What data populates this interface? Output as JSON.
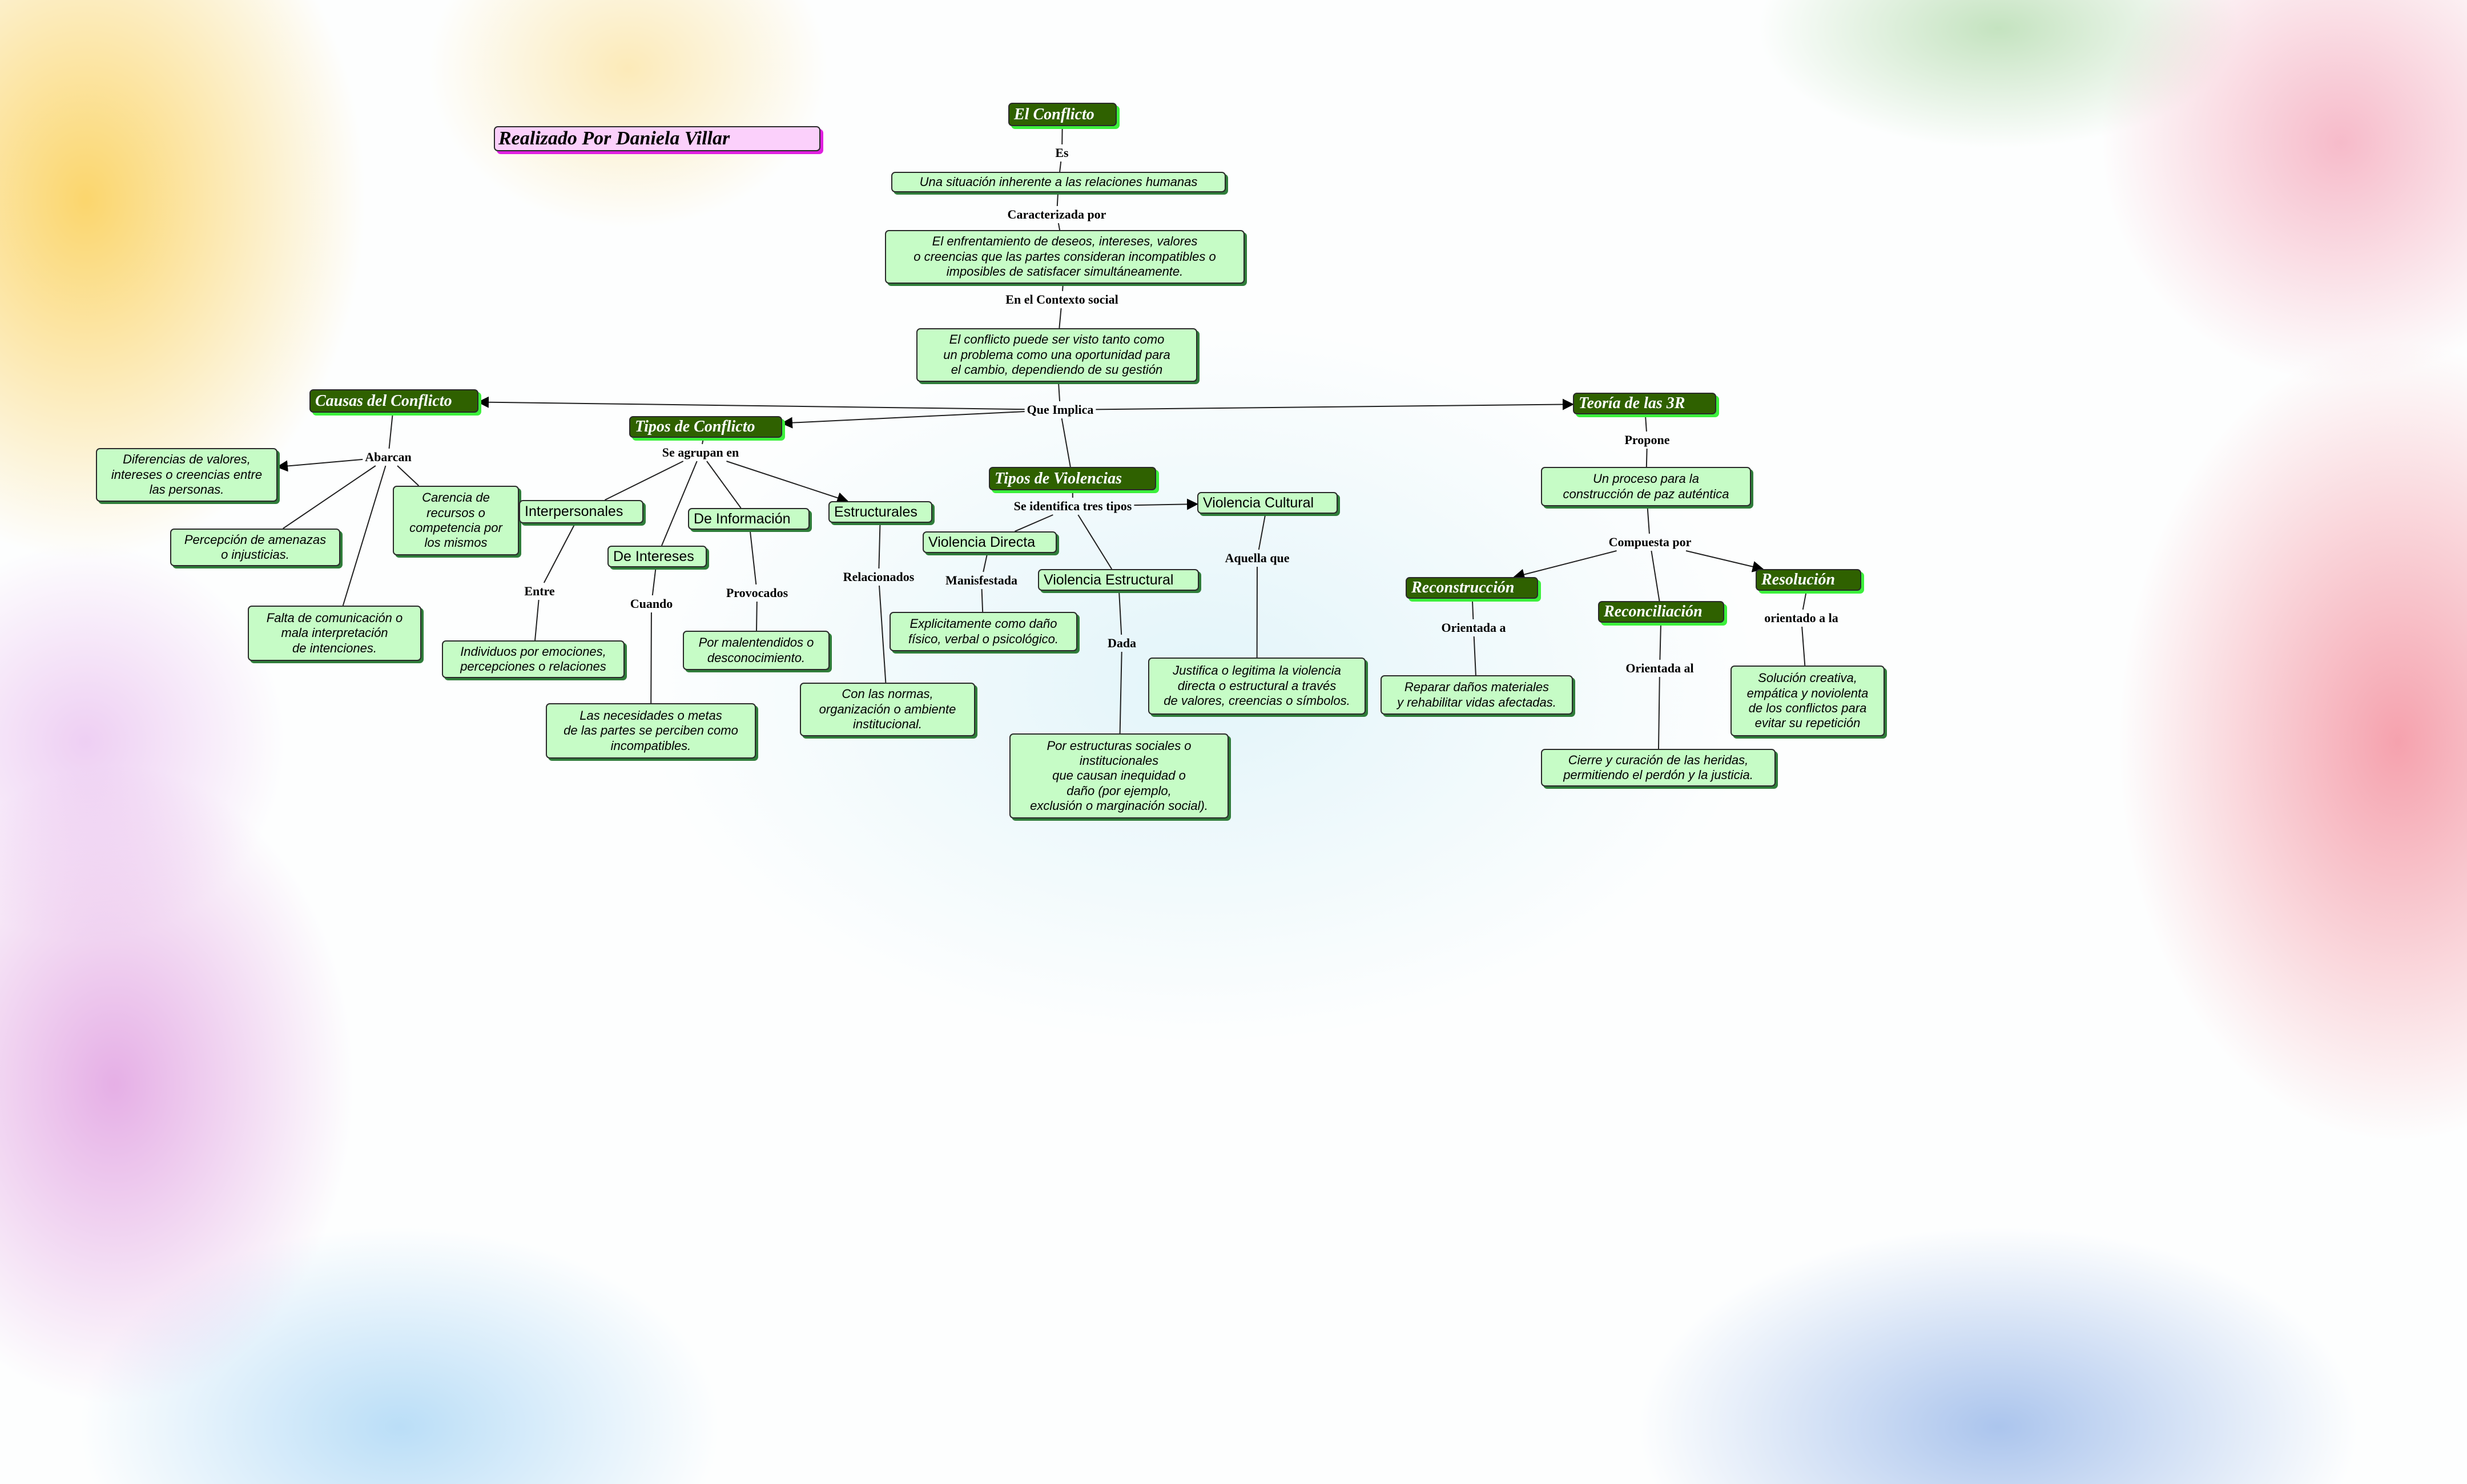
{
  "title": "Realizado Por Daniela Villar",
  "nodes": {
    "conflicto": "El Conflicto",
    "una": "Una situación inherente a las relaciones humanas",
    "enfrentamiento": "El enfrentamiento de deseos, intereses, valores\no creencias que las partes consideran incompatibles o\nimposibles de satisfacer simultáneamente.",
    "cpuede": "El conflicto puede ser visto tanto como\nun problema como una oportunidad para\nel cambio, dependiendo de su gestión",
    "causas": "Causas del Conflicto",
    "tipos": "Tipos de Conflicto",
    "teoria": "Teoría de las 3R",
    "diferencias": "Diferencias de valores,\nintereses o creencias entre\nlas personas.",
    "carencia": "Carencia de\nrecursos o\ncompetencia por\nlos mismos",
    "percepcion": "Percepción de amenazas\no injusticias.",
    "falta": "Falta de comunicación o\nmala interpretación\nde intenciones.",
    "interp": "Interpersonales",
    "deinf": "De Información",
    "estruct": "Estructurales",
    "deint": "De Intereses",
    "individuos": "Individuos por emociones,\npercepciones o relaciones",
    "necesidades": "Las necesidades o metas\nde las partes se perciben como\nincompatibles.",
    "malentendidos": "Por malentendidos o\ndesconocimiento.",
    "normas": "Con las normas,\norganización o ambiente\ninstitucional.",
    "tiposviol": "Tipos de Violencias",
    "cultural": "Violencia Cultural",
    "directa": "Violencia Directa",
    "vestruct": "Violencia Estructural",
    "explicit": "Explicitamente como daño\nfísico, verbal o psicológico.",
    "justifica": "Justifica o legitima la violencia\ndirecta o estructural a través\nde valores, creencias o símbolos.",
    "porestruct": "Por estructuras sociales o\ninstitucionales\nque causan inequidad o\ndaño (por ejemplo,\nexclusión o marginación social).",
    "proceso": "Un proceso para la\nconstrucción de paz auténtica",
    "recons": "Reconstrucción",
    "reconc": "Reconciliación",
    "resol": "Resolución",
    "reparar": "Reparar daños materiales\ny rehabilitar vidas afectadas.",
    "cierre": "Cierre y curación de las heridas,\npermitiendo el perdón y la justicia.",
    "solucion": "Solución creativa,\nempática y noviolenta\nde los conflictos para\nevitar su repetición"
  },
  "labels": {
    "es": "Es",
    "caract": "Caracterizada por",
    "contexto": "En el Contexto social",
    "implica": "Que Implica",
    "abarcan": "Abarcan",
    "agrupan": "Se agrupan en",
    "entre": "Entre",
    "cuando": "Cuando",
    "provocados": "Provocados",
    "relacionados": "Relacionados",
    "seident": "Se identifica tres tipos",
    "manif": "Manisfestada",
    "dada": "Dada",
    "aquella": "Aquella que",
    "propone": "Propone",
    "compuesta": "Compuesta por",
    "orientA": "Orientada a",
    "orientAl": "Orientada al",
    "orientLa": "orientado a la"
  },
  "colors": {
    "header": "#2f6100",
    "body": "#c6fcc6",
    "title": "#fbd0fb"
  }
}
